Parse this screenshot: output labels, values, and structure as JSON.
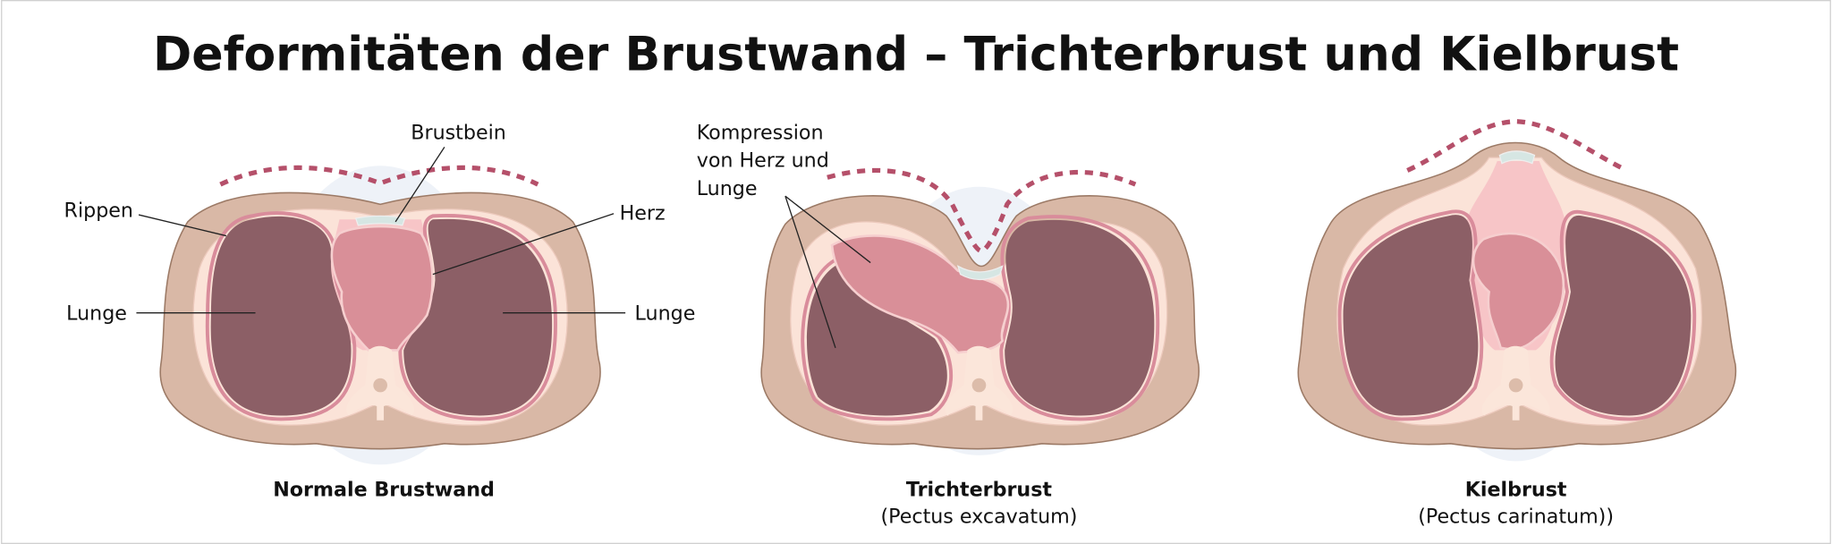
{
  "title": "Deformitäten der Brustwand – Trichterbrust und Kielbrust",
  "labels": {
    "sternum": "Brustbein",
    "ribs": "Rippen",
    "heart": "Herz",
    "lung_left": "Lunge",
    "lung_right": "Lunge",
    "compression": [
      "Kompression",
      "von Herz und",
      "Lunge"
    ]
  },
  "panels": [
    {
      "caption": "Normale Brustwand"
    },
    {
      "caption": "Trichterbrust",
      "subcaption": "(Pectus excavatum)"
    },
    {
      "caption": "Kielbrust",
      "subcaption": "(Pectus carinatum))"
    }
  ],
  "colors": {
    "skin": "#d9b8a6",
    "lung": "#8c5f66",
    "heart": "#d98f98",
    "contour_dashed": "#b5506a",
    "sternum": "#d6e6e3"
  }
}
